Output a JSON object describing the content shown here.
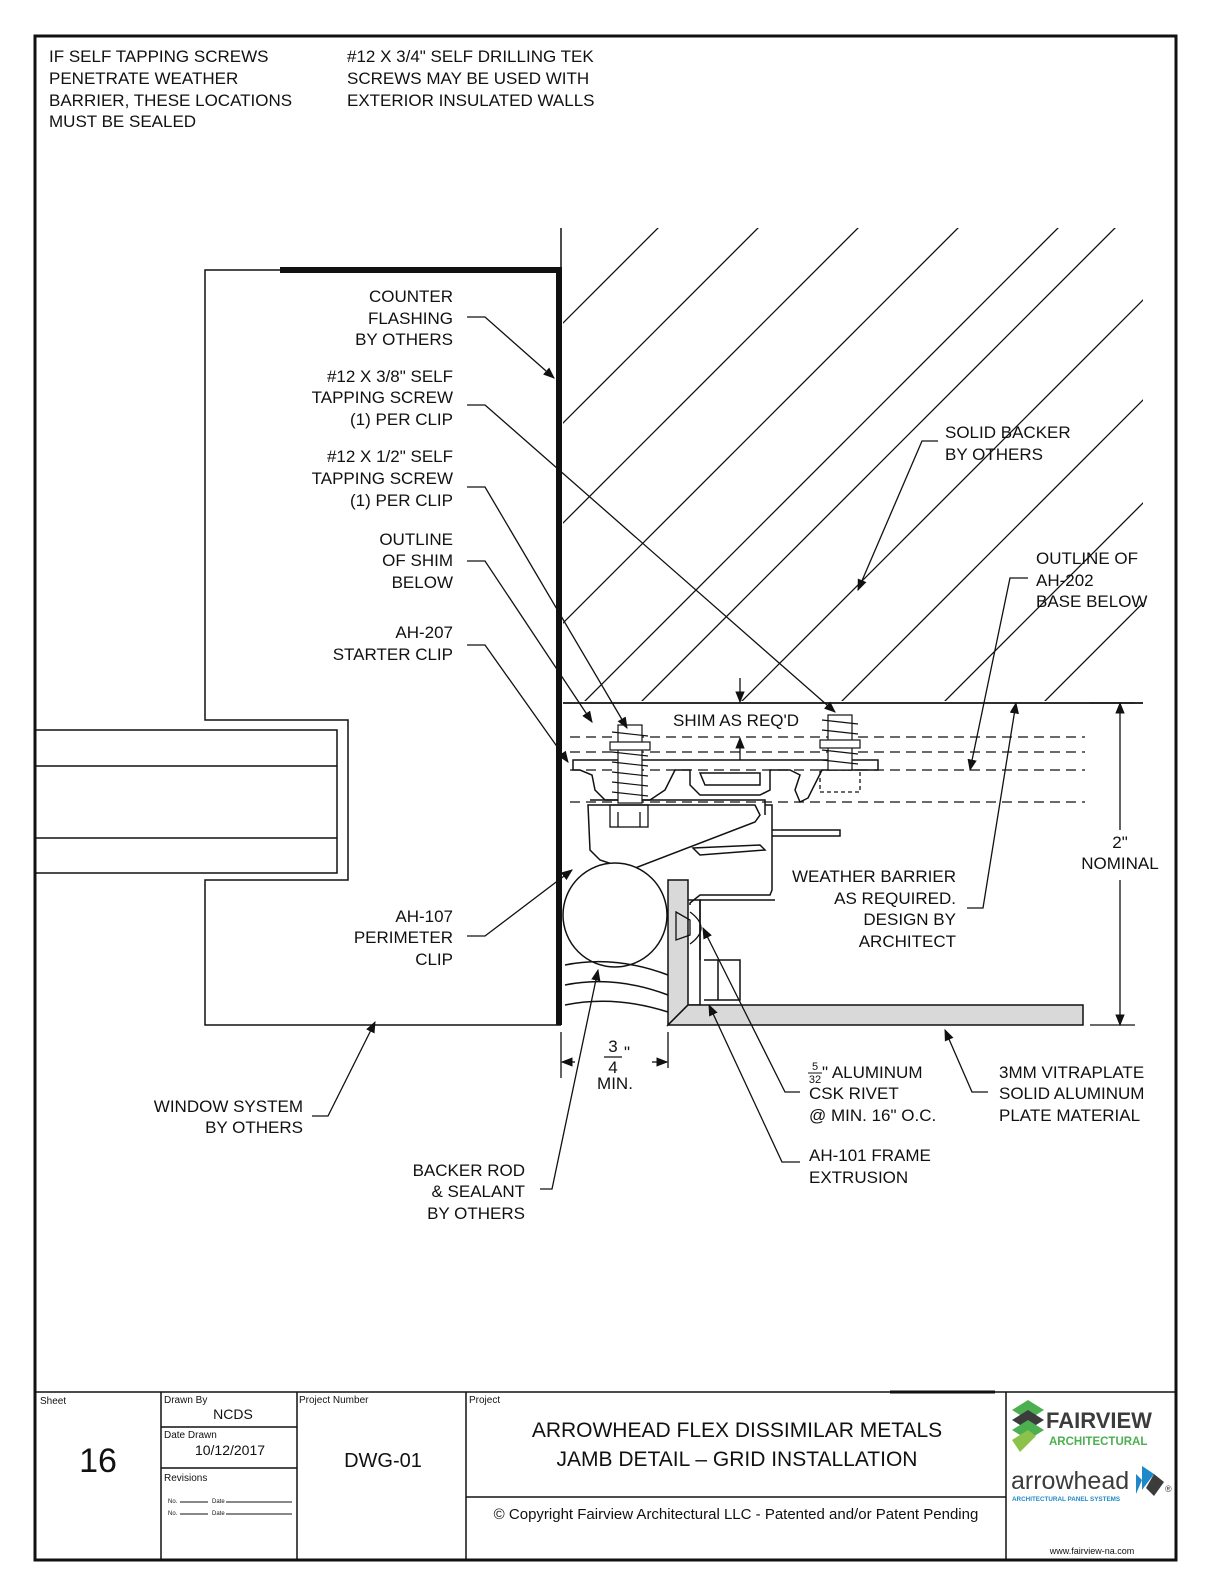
{
  "notes": {
    "screws_sealed": [
      "IF SELF TAPPING SCREWS",
      "PENETRATE WEATHER",
      "BARRIER, THESE LOCATIONS",
      "MUST BE SEALED"
    ],
    "tek_screws": [
      "#12 X 3/4\" SELF DRILLING TEK",
      "SCREWS MAY BE USED WITH",
      "EXTERIOR INSULATED WALLS"
    ]
  },
  "labels": {
    "counter_flashing": [
      "COUNTER",
      "FLASHING",
      "BY OTHERS"
    ],
    "screw_38": [
      "#12 X 3/8\" SELF",
      "TAPPING SCREW",
      "(1) PER CLIP"
    ],
    "screw_12": [
      "#12 X 1/2\" SELF",
      "TAPPING SCREW",
      "(1) PER CLIP"
    ],
    "shim_outline": [
      "OUTLINE",
      "OF SHIM",
      "BELOW"
    ],
    "starter_clip": [
      "AH-207",
      "STARTER CLIP"
    ],
    "solid_backer": [
      "SOLID BACKER",
      "BY OTHERS"
    ],
    "ah202_outline": [
      "OUTLINE OF",
      "AH-202",
      "BASE BELOW"
    ],
    "shim_req": "SHIM AS REQ'D",
    "nominal": [
      "2\"",
      "NOMINAL"
    ],
    "weather_barrier": [
      "WEATHER BARRIER",
      "AS REQUIRED.",
      "DESIGN BY",
      "ARCHITECT"
    ],
    "perimeter_clip": [
      "AH-107",
      "PERIMETER",
      "CLIP"
    ],
    "min_dim": {
      "numerator": "3",
      "denominator": "4",
      "inch": "\"",
      "min": "MIN."
    },
    "rivet": {
      "numerator": "5",
      "denominator": "32",
      "lines": [
        "\" ALUMINUM",
        "CSK RIVET",
        "@ MIN. 16\" O.C."
      ]
    },
    "vitraplate": [
      "3MM VITRAPLATE",
      "SOLID ALUMINUM",
      "PLATE MATERIAL"
    ],
    "window_system": [
      "WINDOW SYSTEM",
      "BY OTHERS"
    ],
    "frame_extrusion": [
      "AH-101 FRAME",
      "EXTRUSION"
    ],
    "backer_rod": [
      "BACKER ROD",
      "& SEALANT",
      "BY OTHERS"
    ]
  },
  "title_block": {
    "sheet_label": "Sheet",
    "sheet_number": "16",
    "drawn_by_label": "Drawn By",
    "drawn_by": "NCDS",
    "date_drawn_label": "Date Drawn",
    "date_drawn": "10/12/2017",
    "revisions_label": "Revisions",
    "rev_no_label": "No.",
    "rev_date_label": "Date",
    "project_number_label": "Project Number",
    "project_number": "DWG-01",
    "project_label": "Project",
    "project_title": [
      "ARROWHEAD FLEX DISSIMILAR METALS",
      "JAMB DETAIL – GRID INSTALLATION"
    ],
    "copyright": "© Copyright Fairview Architectural LLC - Patented and/or Patent Pending",
    "logo_fairview": "FAIRVIEW",
    "logo_architectural": "ARCHITECTURAL",
    "logo_arrowhead": "arrowhead",
    "logo_registered": "®",
    "logo_panel_systems": "ARCHITECTURAL PANEL SYSTEMS",
    "website": "www.fairview-na.com"
  },
  "colors": {
    "line": "#111111",
    "panel_fill": "#d9d9d9",
    "logo_green": "#4caf50",
    "logo_dark": "#3c3c3c",
    "logo_blue": "#1e88c8"
  }
}
